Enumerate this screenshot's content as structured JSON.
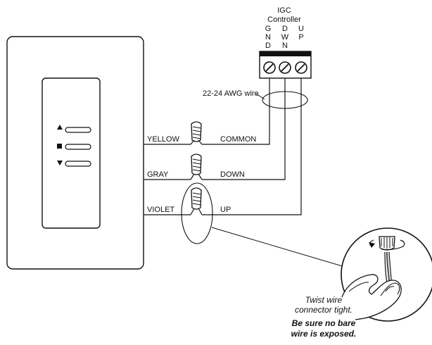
{
  "controller": {
    "title_line1": "IGC",
    "title_line2": "Controller",
    "terminals": [
      {
        "letters": [
          "G",
          "N",
          "D"
        ]
      },
      {
        "letters": [
          "D",
          "W",
          "N"
        ]
      },
      {
        "letters": [
          "U",
          "P"
        ]
      }
    ]
  },
  "wire_gauge_label": "22-24 AWG wire",
  "keypad": {
    "buttons": [
      {
        "icon": "up-triangle-icon"
      },
      {
        "icon": "stop-square-icon"
      },
      {
        "icon": "down-triangle-icon"
      }
    ]
  },
  "connections": [
    {
      "switch_wire": "YELLOW",
      "controller_wire": "COMMON"
    },
    {
      "switch_wire": "GRAY",
      "controller_wire": "DOWN"
    },
    {
      "switch_wire": "VIOLET",
      "controller_wire": "UP"
    }
  ],
  "callout": {
    "line1": "Twist wire",
    "line2": "connector tight.",
    "line3": "Be sure no bare",
    "line4": "wire is exposed."
  }
}
